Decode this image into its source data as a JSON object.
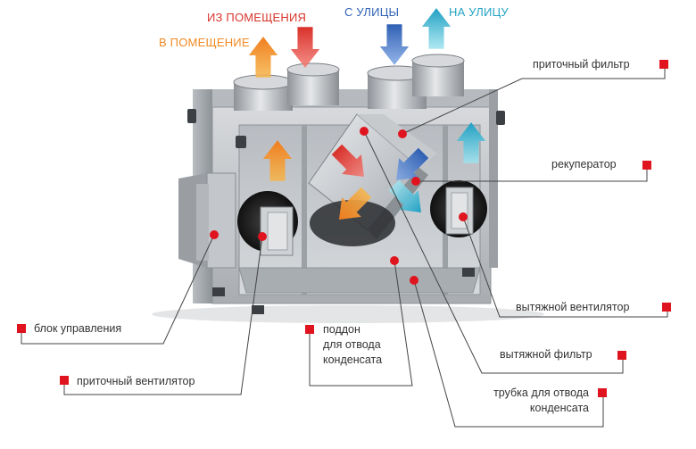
{
  "flows": {
    "from_room": {
      "text": "ИЗ ПОМЕЩЕНИЯ",
      "color": "#d9342b"
    },
    "to_room": {
      "text": "В ПОМЕЩЕНИЕ",
      "color": "#f08a24"
    },
    "from_street": {
      "text": "С УЛИЦЫ",
      "color": "#2f63b6"
    },
    "to_street": {
      "text": "НА УЛИЦУ",
      "color": "#23a3c4"
    }
  },
  "labels": {
    "supply_filter": "приточный фильтр",
    "recuperator": "рекуператор",
    "exhaust_fan": "вытяжной вентилятор",
    "exhaust_filter": "вытяжной фильтр",
    "condensate_tube": "трубка для отвода\nконденсата",
    "drain_pan": "поддон\nдля отвода\nконденсата",
    "supply_fan": "приточный вентилятор",
    "control_unit": "блок управления"
  },
  "colors": {
    "marker": "#e0141e",
    "leader": "#444444",
    "housing": "#c9ccd0"
  }
}
